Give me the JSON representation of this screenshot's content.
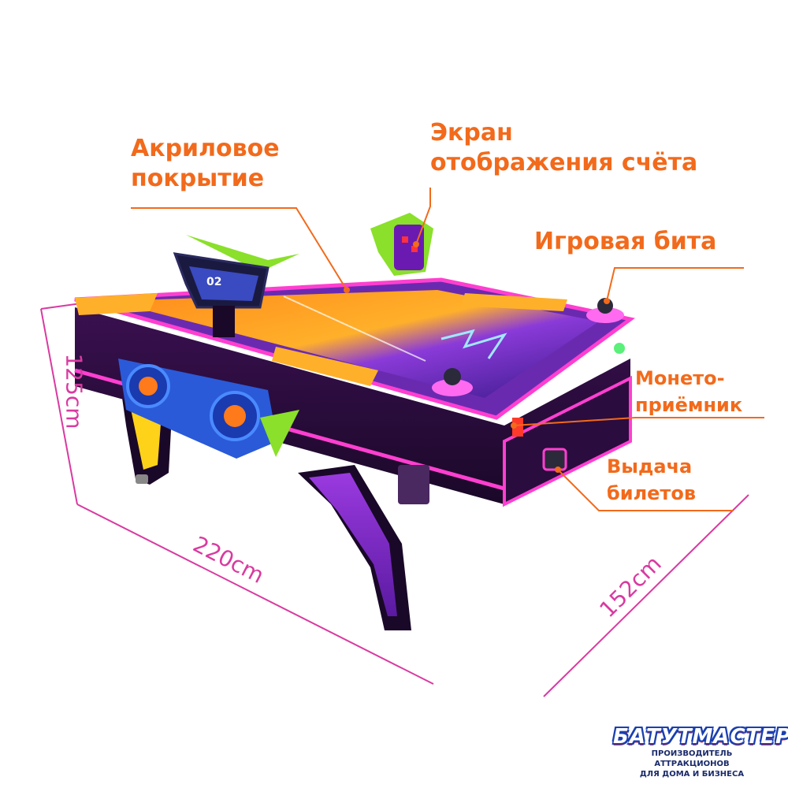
{
  "callouts": {
    "acrylic": [
      "Акриловое",
      "покрытие"
    ],
    "screen": [
      "Экран",
      "отображения счёта"
    ],
    "mallet": [
      "Игровая бита"
    ],
    "coin": [
      "Монето-",
      "приёмник"
    ],
    "ticket": [
      "Выдача",
      "билетов"
    ]
  },
  "dimensions": {
    "height": "125cm",
    "width": "220cm",
    "depth": "152cm"
  },
  "product_display": {
    "score_digit": "02"
  },
  "logo": {
    "wordmark": "БАТУТМАСТЕР",
    "tagline_line1": "ПРОИЗВОДИТЕЛЬ АТТРАКЦИОНОВ",
    "tagline_line2": "ДЛЯ ДОМА И БИЗНЕСА"
  },
  "colors": {
    "callout_text": "#f26a1b",
    "dimension_lines": "#d93aa0",
    "neon_pink": "#ff3fd0",
    "table_purple": "#4b1a7a",
    "table_orange": "#ff9a1a",
    "logo_blue": "#1a3fb0",
    "logo_red": "#d8262f"
  }
}
